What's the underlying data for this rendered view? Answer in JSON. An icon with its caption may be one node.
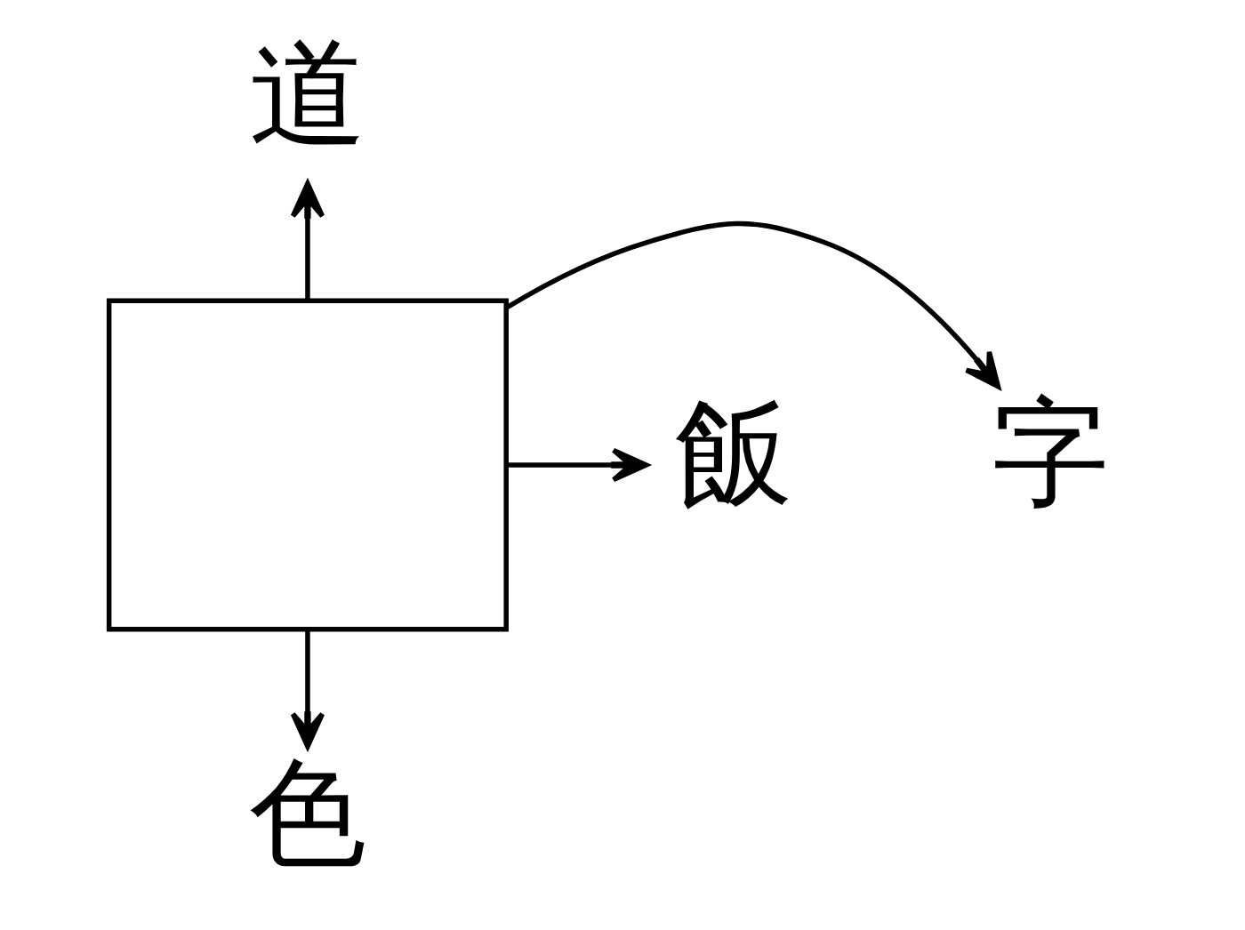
{
  "diagram": {
    "nodes": [
      {
        "text": [
          "道"
        ]
      },
      {
        "text": [
          "飯"
        ]
      },
      {
        "text": [],
        "shape": "box"
      },
      {
        "text": [
          "字"
        ]
      },
      {
        "text": [
          "色"
        ]
      }
    ],
    "edges": [
      {
        "from": 2,
        "to": 0,
        "arrow": "to"
      },
      {
        "from": 2,
        "to": 1,
        "arrow": "to"
      },
      {
        "from": 2,
        "to": 3,
        "arrow": "to"
      },
      {
        "from": 2,
        "to": 4,
        "arrow": "to"
      }
    ]
  }
}
